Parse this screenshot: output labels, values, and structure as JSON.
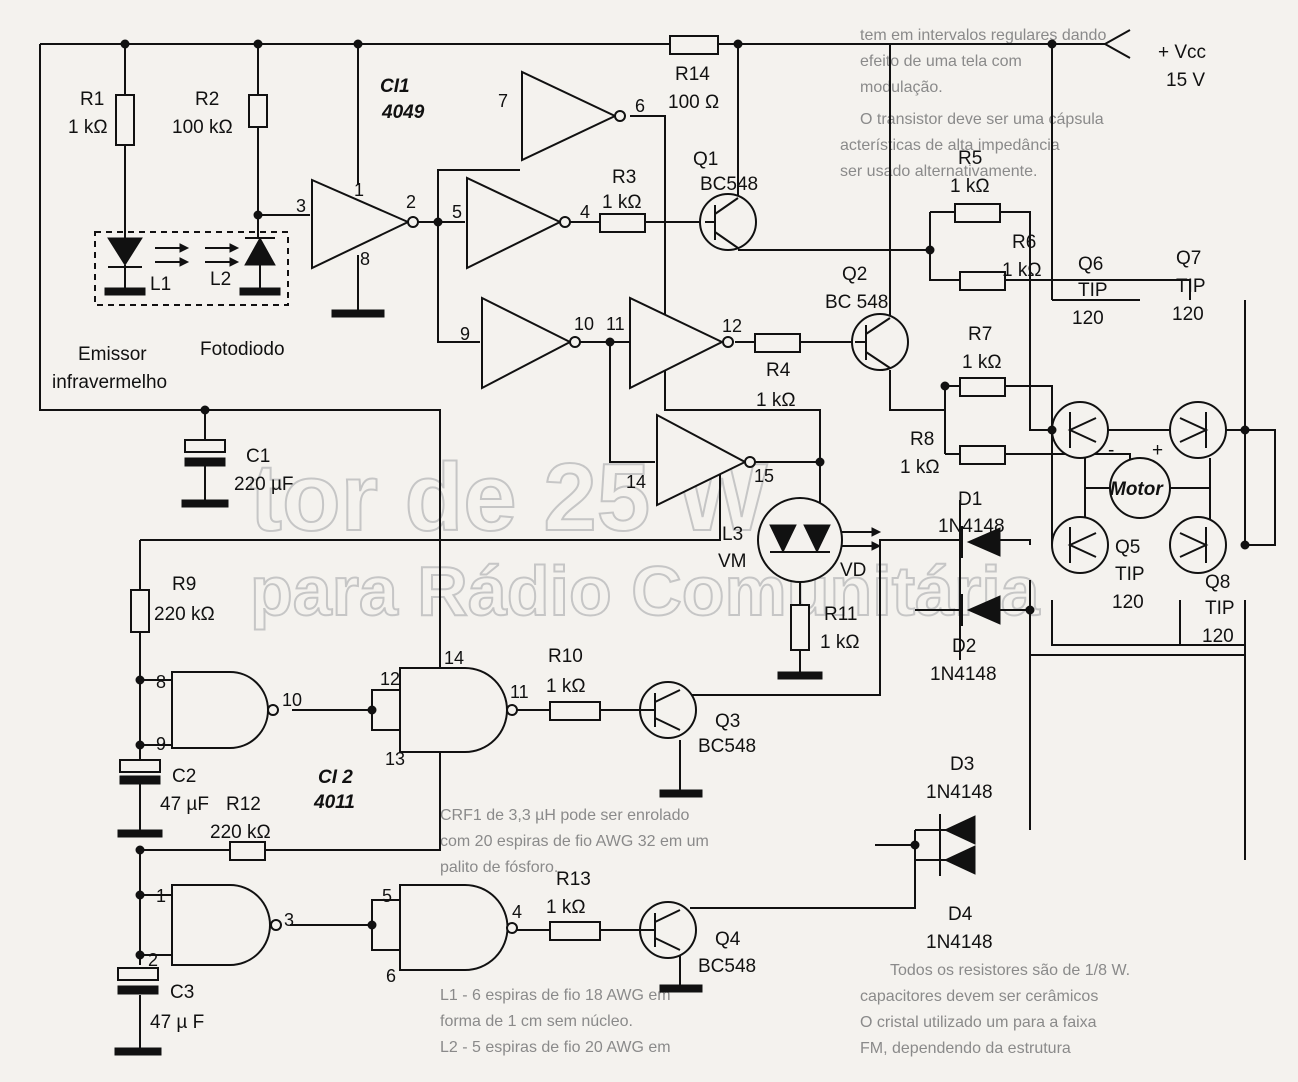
{
  "title": "Controle de motor por infravermelho (CI 4049 / CI 4011)",
  "background_text": {
    "heading_1": "tor de 25 W",
    "heading_2": "para Rádio Comunitária",
    "right_col": [
      "tem em intervalos regulares dando",
      "efeito de uma tela com",
      "modulação.",
      "O transistor deve ser uma cápsula",
      "acterísticas de alta impedância",
      "ser usado alternativamente.",
      "Todos os resistores são de 1/8 W.",
      "capacitores devem ser cerâmicos",
      "O cristal utilizado um para a faixa",
      "FM, dependendo da estrutura"
    ],
    "mid_col": [
      "CRF1 de 3,3 µH pode ser enrolado",
      "com 20 espiras de fio AWG 32 em um",
      "palito de fósforo.",
      "L1 - 6 espiras de fio 18 AWG em",
      "forma de 1 cm sem núcleo.",
      "L2 - 5 espiras de fio 20 AWG em"
    ]
  },
  "components": {
    "vcc": {
      "label": "+ Vcc",
      "value": "15 V"
    },
    "R1": {
      "name": "R1",
      "value": "1 kΩ"
    },
    "R2": {
      "name": "R2",
      "value": "100 kΩ"
    },
    "R3": {
      "name": "R3",
      "value": "1 kΩ"
    },
    "R4": {
      "name": "R4",
      "value": "1 kΩ"
    },
    "R5": {
      "name": "R5",
      "value": "1 kΩ"
    },
    "R6": {
      "name": "R6",
      "value": "1 kΩ"
    },
    "R7": {
      "name": "R7",
      "value": "1 kΩ"
    },
    "R8": {
      "name": "R8",
      "value": "1 kΩ"
    },
    "R9": {
      "name": "R9",
      "value": "220 kΩ"
    },
    "R10": {
      "name": "R10",
      "value": "1 kΩ"
    },
    "R11": {
      "name": "R11",
      "value": "1 kΩ"
    },
    "R12": {
      "name": "R12",
      "value": "220 kΩ"
    },
    "R13": {
      "name": "R13",
      "value": "1 kΩ"
    },
    "R14": {
      "name": "R14",
      "value": "100 Ω"
    },
    "C1": {
      "name": "C1",
      "value": "220 µF"
    },
    "C2": {
      "name": "C2",
      "value": "47 µF"
    },
    "C3": {
      "name": "C3",
      "value": "47 µ   F"
    },
    "CI1": {
      "name": "CI1",
      "part": "4049"
    },
    "CI2": {
      "name": "CI 2",
      "part": "4011"
    },
    "Q1": {
      "name": "Q1",
      "part": "BC548"
    },
    "Q2": {
      "name": "Q2",
      "part": "BC 548"
    },
    "Q3": {
      "name": "Q3",
      "part": "BC548"
    },
    "Q4": {
      "name": "Q4",
      "part": "BC548"
    },
    "Q5": {
      "name": "Q5",
      "part": "TIP",
      "part2": "120"
    },
    "Q6": {
      "name": "Q6",
      "part": "TIP",
      "part2": "120"
    },
    "Q7": {
      "name": "Q7",
      "part": "TIP",
      "part2": "120"
    },
    "Q8": {
      "name": "Q8",
      "part": "TIP",
      "part2": "120"
    },
    "D1": {
      "name": "D1",
      "part": "1N4148"
    },
    "D2": {
      "name": "D2",
      "part": "1N4148"
    },
    "D3": {
      "name": "D3",
      "part": "1N4148"
    },
    "D4": {
      "name": "D4",
      "part": "1N4148"
    },
    "L1": {
      "name": "L1",
      "desc_1": "Emissor",
      "desc_2": "infravermelho"
    },
    "L2": {
      "name": "L2",
      "desc": "Fotodiodo"
    },
    "L3": {
      "name": "L3",
      "part": "VM",
      "part2": "VD"
    },
    "motor": {
      "label": "Motor",
      "minus": "-",
      "plus": "+"
    }
  },
  "pins": {
    "u1a": [
      "3",
      "1",
      "8",
      "2"
    ],
    "u1b": [
      "7",
      "6"
    ],
    "u1c": [
      "5",
      "4"
    ],
    "u1d": [
      "9",
      "10"
    ],
    "u1e": [
      "11",
      "12"
    ],
    "u1f": [
      "14",
      "15"
    ],
    "nand1": [
      "8",
      "9",
      "10"
    ],
    "nand2": [
      "12",
      "13",
      "14",
      "11"
    ],
    "nand3": [
      "1",
      "2",
      "3"
    ],
    "nand4": [
      "5",
      "6",
      "4"
    ]
  }
}
